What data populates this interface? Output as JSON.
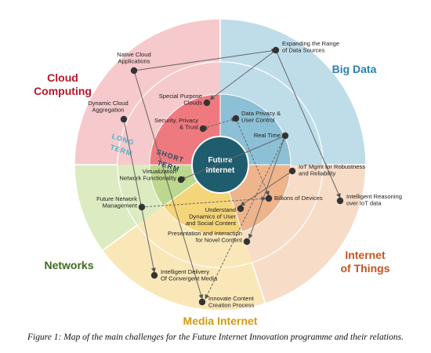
{
  "diagram": {
    "core": {
      "line1": "Future",
      "line2": "Internet"
    },
    "sectors": [
      {
        "id": "cloud",
        "label_lines": [
          "Cloud",
          "Computing"
        ],
        "color": "#b5182b",
        "outer_fill": "#f6c9cc",
        "middle_fill": "#ee7a80"
      },
      {
        "id": "bigdata",
        "label_lines": [
          "Big Data"
        ],
        "color": "#2a7fb3",
        "outer_fill": "#bfdde9",
        "middle_fill": "#8cc0d6"
      },
      {
        "id": "iot",
        "label_lines": [
          "Internet",
          "of Things"
        ],
        "color": "#c8531a",
        "outer_fill": "#f7dcc8",
        "middle_fill": "#eeb48c"
      },
      {
        "id": "media",
        "label_lines": [
          "Media Internet"
        ],
        "color": "#d49a0a",
        "outer_fill": "#fae7b8",
        "middle_fill": "#f5d57a"
      },
      {
        "id": "networks",
        "label_lines": [
          "Networks"
        ],
        "color": "#3d6b1f",
        "outer_fill": "#dcebc1",
        "middle_fill": "#bcd88e"
      }
    ],
    "terms": {
      "long": "LONG TERM",
      "short": "SHORT TERM"
    },
    "nodes": [
      {
        "id": "native_cloud",
        "lines": [
          "Native Cloud",
          "Applications"
        ]
      },
      {
        "id": "expanding",
        "lines": [
          "Expanding the Range",
          "of Data Sources"
        ]
      },
      {
        "id": "special_purpose",
        "lines": [
          "Special Purpose",
          "Clouds"
        ]
      },
      {
        "id": "dynamic_cloud",
        "lines": [
          "Dynamic Cloud",
          "Aggregation"
        ]
      },
      {
        "id": "data_privacy",
        "lines": [
          "Data Privacy &",
          "User Control"
        ]
      },
      {
        "id": "security",
        "lines": [
          "Security, Privacy",
          "& Trust"
        ]
      },
      {
        "id": "real_time",
        "lines": [
          "Real Time"
        ]
      },
      {
        "id": "iot_mgmt",
        "lines": [
          "IoT Mgmt for Robustness",
          "and Reliability"
        ]
      },
      {
        "id": "virtualization",
        "lines": [
          "Virtualization",
          "Network Functionality"
        ]
      },
      {
        "id": "intelligent_reasoning",
        "lines": [
          "Intelligent Reasoning",
          "over IoT data"
        ]
      },
      {
        "id": "future_network",
        "lines": [
          "Future Network",
          "Management"
        ]
      },
      {
        "id": "billions",
        "lines": [
          "Billions of Devices"
        ]
      },
      {
        "id": "understand",
        "lines": [
          "Understand",
          "Dynamics of User",
          "and Social Content"
        ]
      },
      {
        "id": "presentation",
        "lines": [
          "Presentation and Interaction",
          "for Novel Content"
        ]
      },
      {
        "id": "intelligent_delivery",
        "lines": [
          "Intelligent Delivery",
          "Of Convergent Media"
        ]
      },
      {
        "id": "innovate",
        "lines": [
          "Innovate Content",
          "Creation Process"
        ]
      }
    ]
  },
  "caption": "Figure 1: Map of the main challenges for the Future Internet Innovation programme and their relations."
}
